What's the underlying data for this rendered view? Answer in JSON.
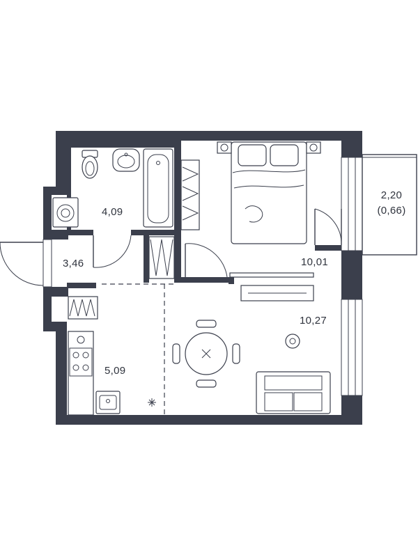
{
  "rooms": {
    "bathroom": {
      "area": "4,09"
    },
    "hallway": {
      "area": "3,46"
    },
    "kitchen": {
      "area": "5,09"
    },
    "bedroom": {
      "area": "10,01"
    },
    "living_room": {
      "area": "10,27"
    },
    "balcony": {
      "area": "2,20",
      "area_reduced": "(0,66)"
    }
  },
  "colors": {
    "walls": "#3b3f4c",
    "background": "#ffffff"
  }
}
